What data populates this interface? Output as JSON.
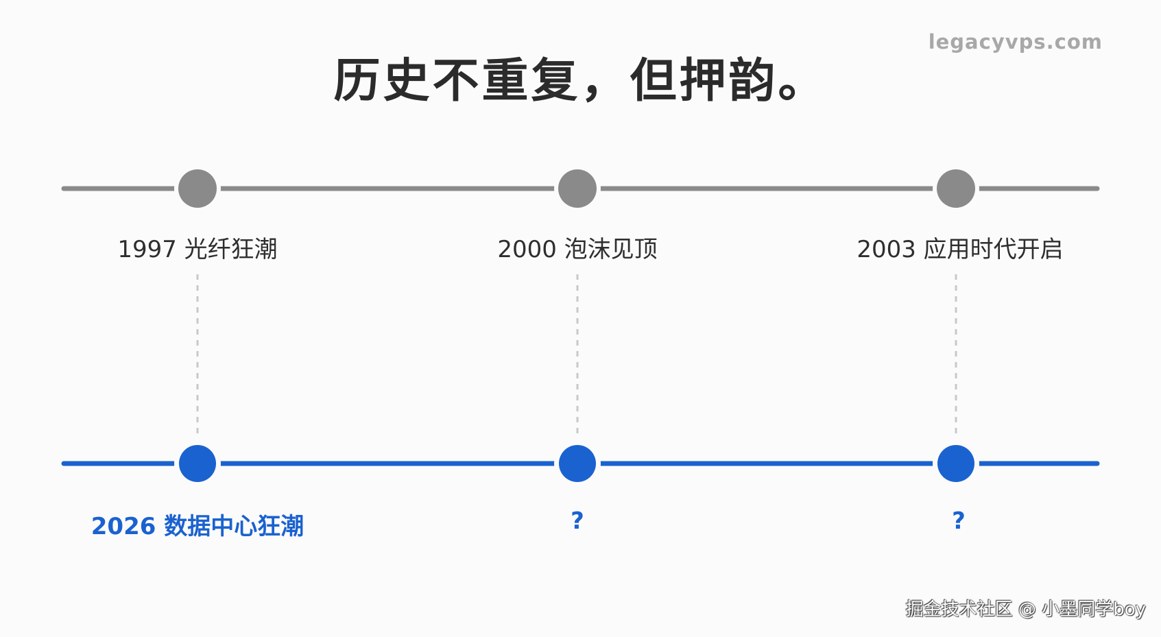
{
  "title": "历史不重复，但押韵。",
  "watermark_top": "legacyvps.com",
  "watermark_bottom": "掘金技术社区 @ 小墨同学boy",
  "colors": {
    "history_line": "#8a8a8a",
    "history_node": "#8a8a8a",
    "present_line": "#1a62cf",
    "present_node": "#1a62cf",
    "connector": "#c8c8c8",
    "title": "#2b2b2b"
  },
  "history": [
    {
      "label": "1997  光纤狂潮"
    },
    {
      "label": "2000  泡沫见顶"
    },
    {
      "label": "2003  应用时代开启"
    }
  ],
  "present": [
    {
      "label": "2026  数据中心狂潮"
    },
    {
      "label": "?"
    },
    {
      "label": "?"
    }
  ]
}
